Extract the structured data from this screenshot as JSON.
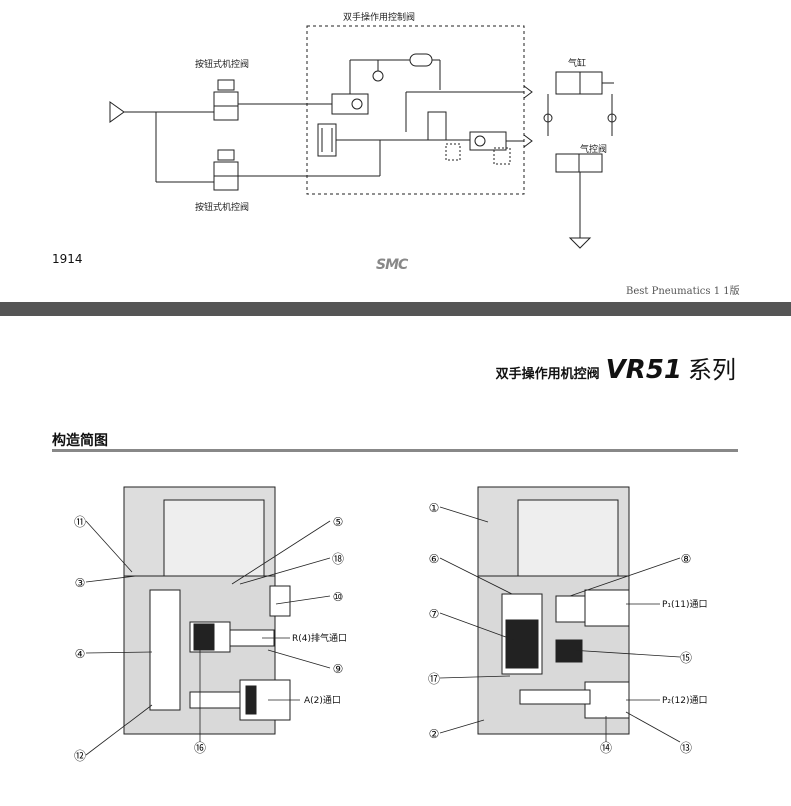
{
  "page_top": {
    "page_number": "1914",
    "circuit": {
      "box_title": "双手操作用控制阀",
      "valve_top_label": "按钮式机控阀",
      "valve_bottom_label": "按钮式机控阀",
      "cylinder_label": "气缸",
      "air_valve_label": "气控阀"
    },
    "logo": "SMC",
    "watermark": "Best Pneumatics 1 1版"
  },
  "page_bottom": {
    "header_title_cn": "双手操作用机控阀",
    "header_model": "VR51",
    "header_series": "系列",
    "section_title": "构造简图",
    "left_diagram": {
      "callouts": [
        "⑪",
        "③",
        "④",
        "⑫",
        "⑯",
        "⑤",
        "⑱",
        "⑩",
        "⑨"
      ],
      "port_labels": {
        "exhaust": "R(4)排气通口",
        "a_port": "A(2)通口"
      }
    },
    "right_diagram": {
      "callouts": [
        "①",
        "⑥",
        "⑦",
        "⑰",
        "②",
        "⑧",
        "⑮",
        "⑭",
        "⑬"
      ],
      "port_labels": {
        "p1": "P₁(11)通口",
        "p2": "P₂(12)通口"
      }
    }
  },
  "colors": {
    "body_fill": "#d9d9d9",
    "dark_part": "#222222",
    "divider": "#555555"
  }
}
